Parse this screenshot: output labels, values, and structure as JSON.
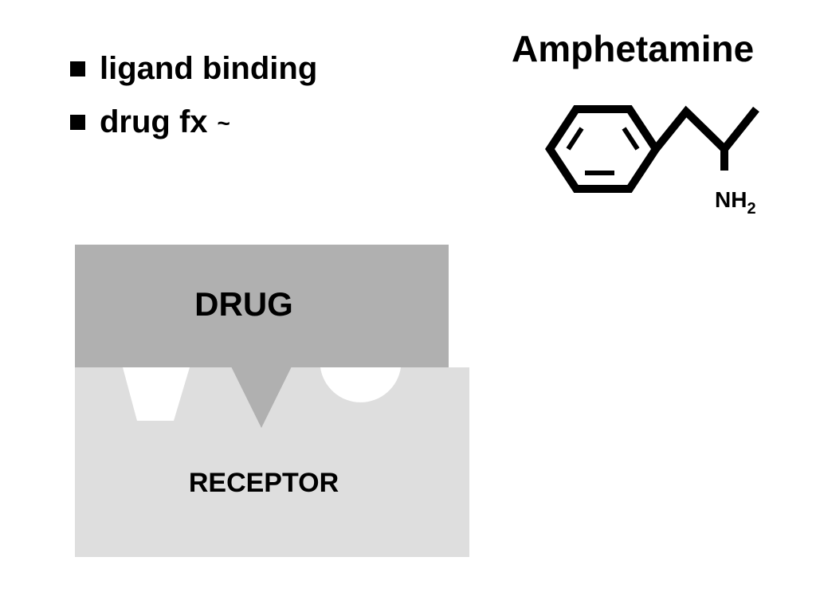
{
  "bullets": [
    {
      "text": "ligand binding"
    },
    {
      "text": "drug fx",
      "suffix": "~"
    }
  ],
  "molecule": {
    "title": "Amphetamine",
    "amine_label": "NH",
    "amine_subscript": "2"
  },
  "diagram": {
    "drug_label": "DRUG",
    "receptor_label": "RECEPTOR",
    "colors": {
      "drug": "#b0b0b0",
      "receptor": "#dedede",
      "cavity": "#ffffff"
    }
  }
}
